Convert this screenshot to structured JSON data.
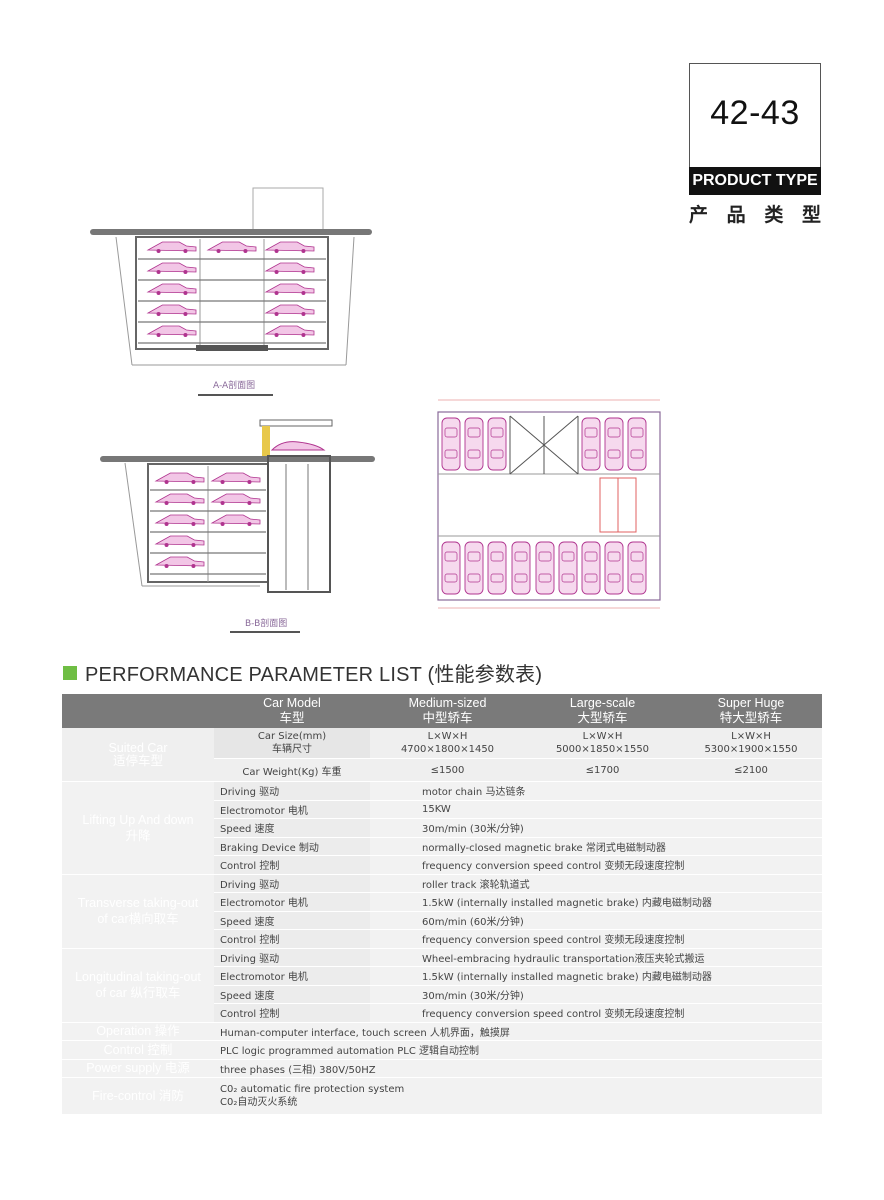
{
  "badge": {
    "pages": "42-43",
    "product_type": "PRODUCT TYPE",
    "product_type_cn": [
      "产",
      "品",
      "类",
      "型"
    ]
  },
  "drawings": {
    "section_aa": "A-A剖面图",
    "section_bb": "B-B剖面图"
  },
  "section": {
    "title": "PERFORMANCE PARAMETER LIST",
    "title_cn": "(性能参数表)"
  },
  "table": {
    "header": {
      "car_model": "Car Model",
      "car_model_cn": "车型",
      "medium": "Medium-sized",
      "medium_cn": "中型轿车",
      "large": "Large-scale",
      "large_cn": "大型轿车",
      "huge": "Super Huge",
      "huge_cn": "特大型轿车"
    },
    "suited": {
      "label": "Suited Car",
      "label_cn": "适停车型",
      "size_label": "Car Size(mm)",
      "size_label_cn": "车辆尺寸",
      "lwh": "L×W×H",
      "medium_size": "4700×1800×1450",
      "large_size": "5000×1850×1550",
      "huge_size": "5300×1900×1550",
      "weight_label": "Car Weight(Kg) 车重",
      "medium_weight": "≤1500",
      "large_weight": "≤1700",
      "huge_weight": "≤2100"
    },
    "lifting": {
      "label": "Lifting Up And down",
      "label_cn": "升降",
      "rows": [
        {
          "k": "Driving  驱动",
          "v": "motor chain 马达链条"
        },
        {
          "k": "Electromotor  电机",
          "v": "15KW"
        },
        {
          "k": "Speed  速度",
          "v": "30m/min (30米/分钟)"
        },
        {
          "k": "Braking Device  制动",
          "v": "normally-closed magnetic brake      常闭式电磁制动器"
        },
        {
          "k": "Control  控制",
          "v": "frequency conversion speed control    变频无段速度控制"
        }
      ]
    },
    "transverse": {
      "label": "Transverse  taking-out",
      "label2": "of car横向取车",
      "rows": [
        {
          "k": "Driving  驱动",
          "v": "roller track 滚轮轨道式"
        },
        {
          "k": "Electromotor  电机",
          "v": "1.5kW (internally installed magnetic brake) 内藏电磁制动器"
        },
        {
          "k": "Speed  速度",
          "v": "60m/min (60米/分钟)"
        },
        {
          "k": "Control  控制",
          "v": "frequency conversion speed control 变频无段速度控制"
        }
      ]
    },
    "longitudinal": {
      "label": "Longitudinal taking-out",
      "label2": "of car 纵行取车",
      "rows": [
        {
          "k": "Driving  驱动",
          "v": "Wheel-embracing hydraulic transportation液压夹轮式搬运"
        },
        {
          "k": "Electromotor  电机",
          "v": "1.5kW (internally installed magnetic brake) 内藏电磁制动器"
        },
        {
          "k": "Speed  速度",
          "v": "30m/min (30米/分钟)"
        },
        {
          "k": "Control  控制",
          "v": "frequency conversion speed control 变频无段速度控制"
        }
      ]
    },
    "operation": {
      "label": "Operation  操作",
      "v": "Human-computer interface, touch screen      人机界面，触摸屏"
    },
    "control": {
      "label": "Control  控制",
      "v": "PLC logic programmed automation              PLC  逻辑自动控制"
    },
    "power": {
      "label": "Power supply  电源",
      "v": "three phases (三相)      380V/50HZ"
    },
    "fire": {
      "label": "Fire-control  消防",
      "v1": "C0₂ automatic fire protection system",
      "v2": "C0₂自动灭火系统"
    }
  }
}
